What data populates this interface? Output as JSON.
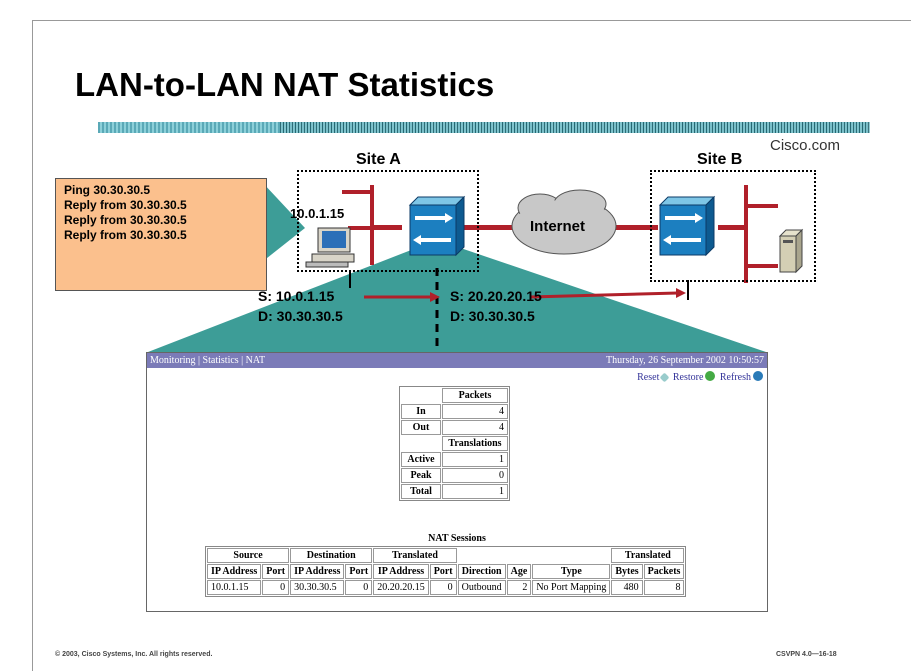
{
  "slide": {
    "title": "LAN-to-LAN NAT Statistics",
    "brand": "Cisco.com",
    "footer_left": "© 2003, Cisco Systems, Inc. All rights reserved.",
    "footer_right": "CSVPN 4.0—16-18"
  },
  "diagram": {
    "site_a": "Site A",
    "site_b": "Site B",
    "internet": "Internet",
    "host_ip": "10.0.1.15",
    "ping_lines": [
      "Ping 30.30.30.5",
      "Reply from 30.30.30.5",
      "Reply from 30.30.30.5",
      "Reply from 30.30.30.5"
    ],
    "left_src": "S: 10.0.1.15",
    "left_dst": "D: 30.30.30.5",
    "right_src": "S: 20.20.20.15",
    "right_dst": "D: 30.30.30.5",
    "icons": [
      "pc-icon",
      "concentrator-icon",
      "cloud-icon",
      "server-icon"
    ]
  },
  "panel": {
    "breadcrumb": "Monitoring | Statistics | NAT",
    "datetime": "Thursday, 26 September 2002 10:50:57",
    "reset": "Reset",
    "restore": "Restore",
    "refresh": "Refresh",
    "packets_header": "Packets",
    "in_label": "In",
    "in_value": "4",
    "out_label": "Out",
    "out_value": "4",
    "translations_header": "Translations",
    "active_label": "Active",
    "active_value": "1",
    "peak_label": "Peak",
    "peak_value": "0",
    "total_label": "Total",
    "total_value": "1",
    "sessions_title": "NAT Sessions",
    "group_source": "Source",
    "group_destination": "Destination",
    "group_translated": "Translated",
    "group_translated2": "Translated",
    "columns": [
      "IP Address",
      "Port",
      "IP Address",
      "Port",
      "IP Address",
      "Port",
      "Direction",
      "Age",
      "Type",
      "Bytes",
      "Packets"
    ],
    "row": [
      "10.0.1.15",
      "0",
      "30.30.30.5",
      "0",
      "20.20.20.15",
      "0",
      "Outbound",
      "2",
      "No Port Mapping",
      "480",
      "8"
    ]
  },
  "colors": {
    "panel_header": "#7b7bb8",
    "ping_box": "#fbc08d",
    "teal_triangle": "#3d9d97",
    "link_red": "#b0202a"
  }
}
